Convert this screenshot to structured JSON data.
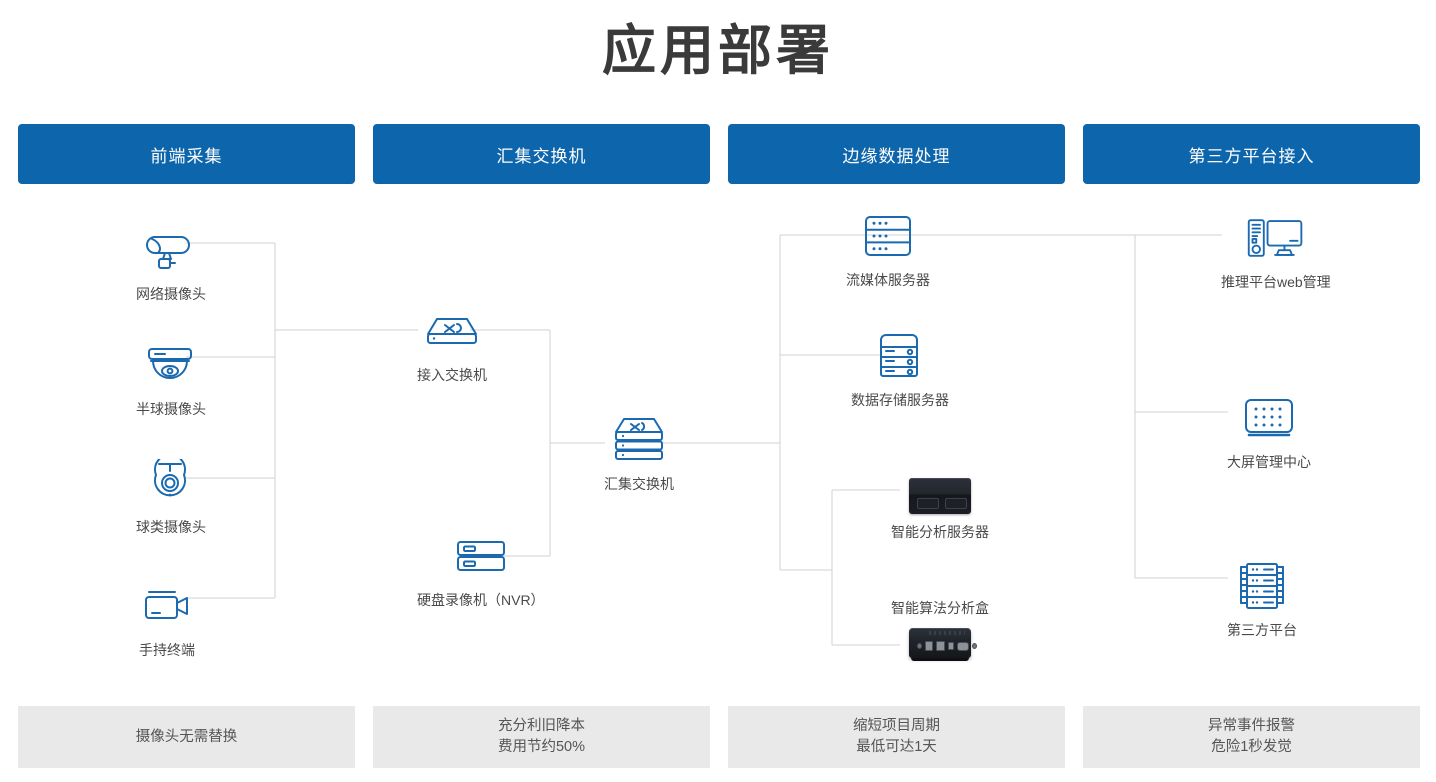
{
  "page": {
    "title": "应用部署",
    "accent_color": "#0d65ac",
    "icon_color": "#1b6ab0",
    "connector_color": "#d2d2d2",
    "footer_bg": "#e9e9e9"
  },
  "columns": [
    {
      "header": "前端采集",
      "footer_lines": [
        "摄像头无需替换"
      ],
      "nodes": [
        {
          "label": "网络摄像头",
          "icon": "bullet-camera-icon"
        },
        {
          "label": "半球摄像头",
          "icon": "dome-camera-icon"
        },
        {
          "label": "球类摄像头",
          "icon": "ptz-camera-icon"
        },
        {
          "label": "手持终端",
          "icon": "handheld-camcorder-icon"
        }
      ]
    },
    {
      "header": "汇集交换机",
      "footer_lines": [
        "充分利旧降本",
        "费用节约50%"
      ],
      "nodes": [
        {
          "label": "接入交换机",
          "icon": "access-switch-icon"
        },
        {
          "label": "硬盘录像机（NVR）",
          "icon": "nvr-icon"
        }
      ]
    },
    {
      "header": "边缘数据处理",
      "footer_lines": [
        "缩短项目周期",
        "最低可达1天"
      ],
      "nodes": [
        {
          "label": "流媒体服务器",
          "icon": "streaming-server-icon"
        },
        {
          "label": "数据存储服务器",
          "icon": "storage-server-icon"
        },
        {
          "label": "智能分析服务器",
          "icon": "ai-rack-server-photo"
        },
        {
          "label": "智能算法分析盒",
          "icon": "ai-analysis-box-photo"
        }
      ]
    },
    {
      "header": "第三方平台接入",
      "footer_lines": [
        "异常事件报警",
        "危险1秒发觉"
      ],
      "nodes": [
        {
          "label": "推理平台web管理",
          "icon": "workstation-monitor-icon"
        },
        {
          "label": "大屏管理中心",
          "icon": "led-wall-icon"
        },
        {
          "label": "第三方平台",
          "icon": "server-rack-icon"
        }
      ]
    }
  ],
  "aggregation": {
    "label": "汇集交换机",
    "icon": "aggregation-switch-icon"
  }
}
